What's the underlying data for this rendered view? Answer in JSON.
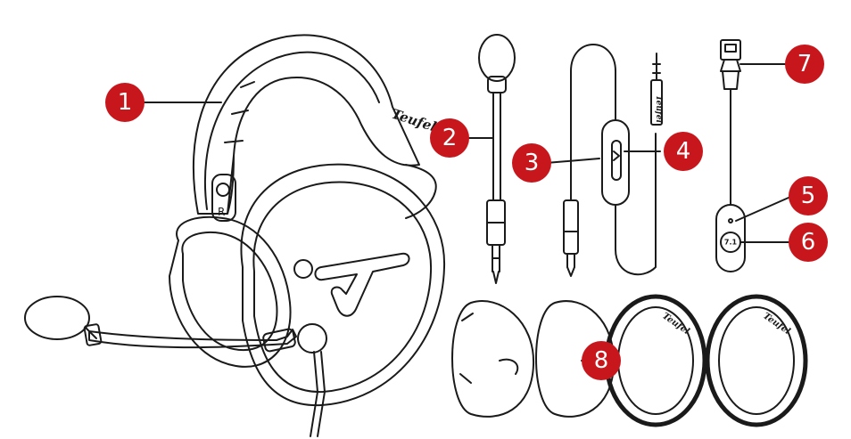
{
  "colors": {
    "callout": "#c8161d",
    "line": "#1a1a1a",
    "fill": "#ffffff"
  },
  "brand": {
    "headband_text": "Teufel",
    "cable_text": "Teufel",
    "cushion_text_1": "Teufel",
    "cushion_text_2": "Teufel",
    "ear_side_label": "R",
    "dongle_button_label": "7.1"
  },
  "icons": {
    "headset": "headset-illustration",
    "mic": "detachable-microphone-illustration",
    "cable": "inline-remote-cable-illustration",
    "usb": "usb-dongle-illustration",
    "cushions": "ear-cushion-set-illustration"
  },
  "callouts": [
    {
      "id": "headset",
      "number": "1"
    },
    {
      "id": "microphone",
      "number": "2"
    },
    {
      "id": "cable-remote",
      "number": "3"
    },
    {
      "id": "mic-mute-switch",
      "number": "4"
    },
    {
      "id": "usb-led",
      "number": "5"
    },
    {
      "id": "usb-71-button",
      "number": "6"
    },
    {
      "id": "usb-plug",
      "number": "7"
    },
    {
      "id": "ear-cushions",
      "number": "8"
    }
  ]
}
